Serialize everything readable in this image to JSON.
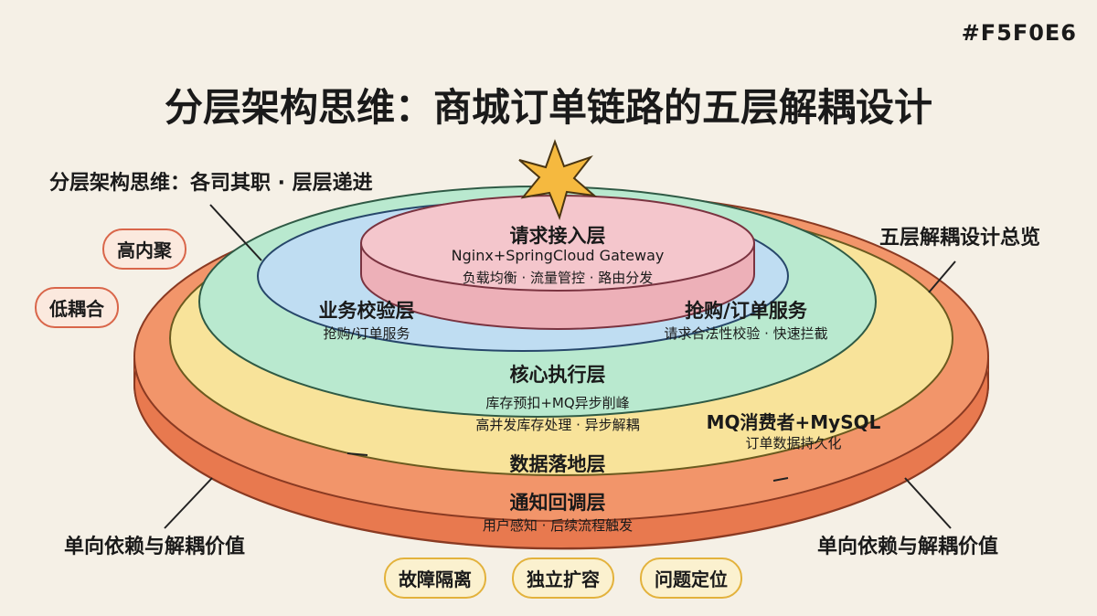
{
  "hex_label": "#F5F0E6",
  "title": "分层架构思维：商城订单链路的五层解耦设计",
  "callouts": {
    "top_left": "分层架构思维：各司其职 · 层层递进",
    "top_right": "五层解耦设计总览",
    "bottom_left": "单向依赖与解耦价值",
    "bottom_right": "单向依赖与解耦价值"
  },
  "left_pills": [
    "高内聚",
    "低耦合"
  ],
  "bottom_pills": [
    "故障隔离",
    "独立扩容",
    "问题定位"
  ],
  "layers": {
    "access": {
      "title": "请求接入层",
      "line1": "Nginx+SpringCloud Gateway",
      "line2": "负载均衡 · 流量管控 · 路由分发",
      "color": "#F4C6CC"
    },
    "validate": {
      "title": "业务校验层",
      "line1": "抢购/订单服务",
      "right_title": "抢购/订单服务",
      "right_line1": "请求合法性校验 · 快速拦截",
      "color": "#BFDDF2"
    },
    "core": {
      "title": "核心执行层",
      "line1": "库存预扣+MQ异步削峰",
      "line2": "高并发库存处理 · 异步解耦",
      "color": "#B9E9CF"
    },
    "data": {
      "title": "数据落地层",
      "right_title": "MQ消费者+MySQL",
      "right_line1": "订单数据持久化",
      "color": "#F8E39A"
    },
    "notify": {
      "title": "通知回调层",
      "line1": "用户感知 · 后续流程触发",
      "color": "#F2956A"
    }
  }
}
